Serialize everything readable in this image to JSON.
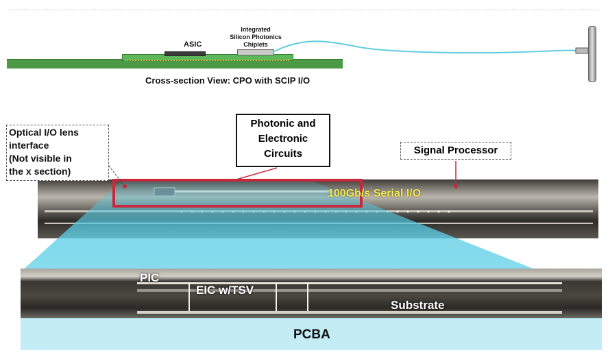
{
  "top_section": {
    "asic_label": "ASIC",
    "chiplets_label_line1": "Integrated",
    "chiplets_label_line2": "Silicon Photonics",
    "chiplets_label_line3": "Chiplets",
    "caption": "Cross-section View: CPO with SCIP I/O"
  },
  "callouts": {
    "optical_line1": "Optical I/O lens",
    "optical_line2": "interface",
    "optical_line3": "(Not visible in",
    "optical_line4": "the x section)",
    "photonic_line1": "Photonic and",
    "photonic_line2": "Electronic",
    "photonic_line3": "Circuits",
    "signal_processor": "Signal Processor",
    "serial_io": "100Gb/s Serial I/O"
  },
  "layers": {
    "pic": "PIC",
    "eic": "EIC w/TSV",
    "substrate": "Substrate",
    "pcba": "PCBA"
  },
  "colors": {
    "board_green": "#4c9a45",
    "fiber_cyan": "#5fcde0",
    "highlight_red": "#c9283c",
    "serial_yellow": "#f1e84a",
    "pcba_blue": "#c4ecf4"
  }
}
